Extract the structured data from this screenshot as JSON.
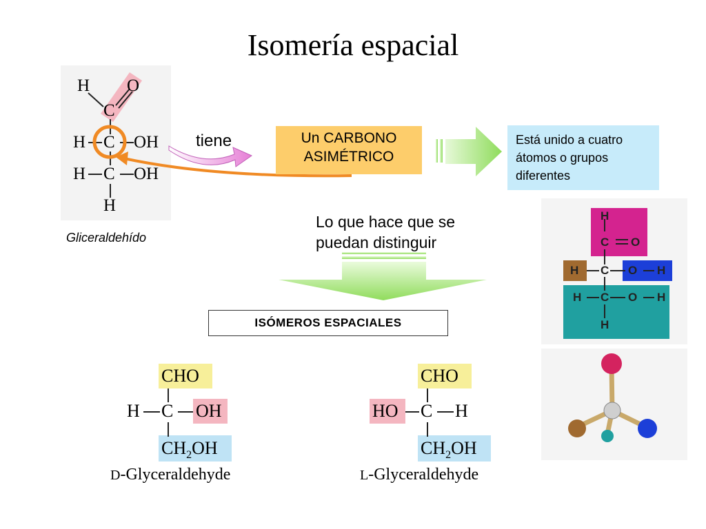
{
  "title": "Isomería espacial",
  "glyceraldehyde_structure": {
    "h_top": "H",
    "o_top": "O",
    "c1": "C",
    "c2": "C",
    "c3": "C",
    "h_left2": "H",
    "oh_right2": "OH",
    "h_left3": "H",
    "oh_right3": "OH",
    "h_bottom": "H",
    "caption": "Gliceraldehído"
  },
  "tiene_label": "tiene",
  "carbono_box": {
    "line1": "Un CARBONO",
    "line2": "ASIMÉTRICO"
  },
  "definition_box": {
    "line1": "Está unido a cuatro",
    "line2": "átomos o grupos",
    "line3": "diferentes"
  },
  "distinguish_text": {
    "line1": "Lo que hace que se",
    "line2": "puedan distinguir"
  },
  "isomeros_label": "ISÓMEROS ESPACIALES",
  "d_isomer": {
    "cho": "CHO",
    "h": "H",
    "c": "C",
    "oh": "OH",
    "ch2oh": "CH",
    "ch2oh_sub": "2",
    "ch2oh_end": "OH",
    "prefix": "D",
    "name": "-Glyceraldehyde"
  },
  "l_isomer": {
    "cho": "CHO",
    "ho": "HO",
    "c": "C",
    "h": "H",
    "ch2oh": "CH",
    "ch2oh_sub": "2",
    "ch2oh_end": "OH",
    "prefix": "L",
    "name": "-Glyceraldehyde"
  },
  "right_model": {
    "h_top": "H",
    "c_top": "C",
    "o_top": "O",
    "h_left": "H",
    "c_mid": "C",
    "o_right": "O",
    "h_right": "H",
    "h_low_left": "H",
    "c_low": "C",
    "o_low": "O",
    "h_low_right": "H",
    "h_bottom": "H"
  },
  "colors": {
    "orange_box": "#fdcd6b",
    "blue_box": "#c7ebfa",
    "pink_highlight": "#f4b6c0",
    "yellow_highlight": "#f7ef9a",
    "light_blue_highlight": "#bfe3f5",
    "orange_circle": "#f08a24",
    "green_arrow": "#9be36b",
    "magenta": "#d4238f",
    "teal": "#20a0a0",
    "brown": "#a06a30",
    "blue": "#1c3fd8"
  },
  "icons": [
    "pink-curved-arrow-icon",
    "orange-curved-arrow-icon",
    "green-right-arrow-icon",
    "green-down-arrow-icon",
    "ball-and-stick-model-icon"
  ]
}
